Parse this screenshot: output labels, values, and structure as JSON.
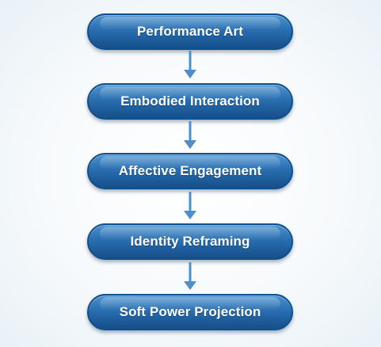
{
  "diagram": {
    "colors": {
      "node_fill": "#2f75b7",
      "node_border": "#0f4f8c",
      "arrow": "#4f8fc9",
      "text": "#ffffff"
    },
    "nodes": [
      {
        "label": "Performance Art"
      },
      {
        "label": "Embodied Interaction"
      },
      {
        "label": "Affective Engagement"
      },
      {
        "label": "Identity Reframing"
      },
      {
        "label": "Soft Power Projection"
      }
    ]
  }
}
